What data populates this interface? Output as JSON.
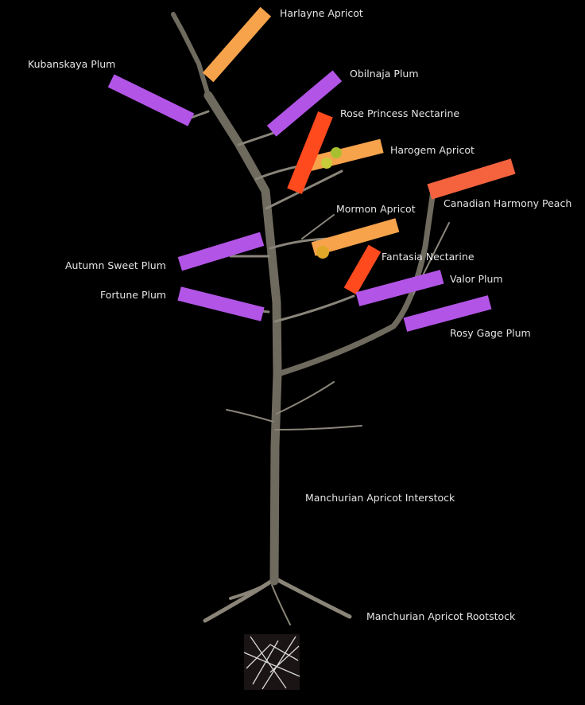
{
  "colors": {
    "background": "#000000",
    "plum": "#b255e6",
    "apricot": "#f6a34c",
    "nectarine": "#ff4a1e",
    "peach": "#f4633e",
    "label": "#e4e4e4"
  },
  "grafts": [
    {
      "label": "Harlayne Apricot",
      "type": "apricot"
    },
    {
      "label": "Kubanskaya Plum",
      "type": "plum"
    },
    {
      "label": "Obilnaja Plum",
      "type": "plum"
    },
    {
      "label": "Rose Princess Nectarine",
      "type": "nectarine"
    },
    {
      "label": "Harogem Apricot",
      "type": "apricot"
    },
    {
      "label": "Canadian Harmony Peach",
      "type": "peach"
    },
    {
      "label": "Mormon Apricot",
      "type": "apricot"
    },
    {
      "label": "Fantasia Nectarine",
      "type": "nectarine"
    },
    {
      "label": "Autumn Sweet Plum",
      "type": "plum"
    },
    {
      "label": "Valor Plum",
      "type": "plum"
    },
    {
      "label": "Fortune Plum",
      "type": "plum"
    },
    {
      "label": "Rosy Gage Plum",
      "type": "plum"
    }
  ],
  "interstock": {
    "label": "Manchurian Apricot Interstock"
  },
  "rootstock": {
    "label": "Manchurian Apricot Rootstock"
  }
}
